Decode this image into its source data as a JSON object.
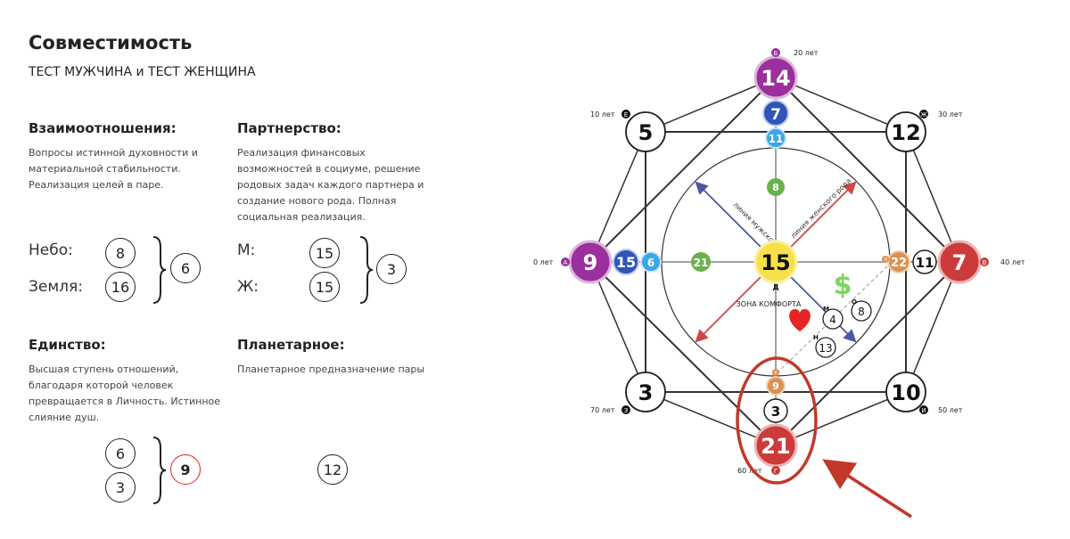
{
  "title": "Совместимость",
  "subtitle": "ТЕСТ МУЖЧИНА и ТЕСТ ЖЕНЩИНА",
  "sections": {
    "relations": {
      "title": "Взаимоотношения:",
      "desc": [
        "Вопросы истинной духовности и",
        "материальной стабильности.",
        "Реализация целей в паре."
      ],
      "rows": [
        {
          "label": "Небо:",
          "value": "8"
        },
        {
          "label": "Земля:",
          "value": "16"
        }
      ],
      "sum": "6"
    },
    "partnership": {
      "title": "Партнерство:",
      "desc": [
        "Реализация финансовых",
        "возможностей в социуме, решение",
        "родовых задач каждого партнера и",
        "создание нового рода. Полная",
        "социальная реализация."
      ],
      "rows": [
        {
          "label": "М:",
          "value": "15"
        },
        {
          "label": "Ж:",
          "value": "15"
        }
      ],
      "sum": "3"
    },
    "unity": {
      "title": "Единство:",
      "desc": [
        "Высшая ступень отношений,",
        "благодаря которой человек",
        "превращается в Личность. Истинное",
        "слияние душ."
      ],
      "values": [
        "6",
        "3"
      ],
      "sum": "9"
    },
    "planetary": {
      "title": "Планетарное:",
      "desc": [
        "Планетарное предназначение пары"
      ],
      "value": "12"
    }
  },
  "diagram": {
    "outer": {
      "top": "14",
      "left": "9",
      "right": "7",
      "bottom": "21",
      "tl": "5",
      "tr": "12",
      "bl": "3",
      "br": "10"
    },
    "inner": {
      "top1": "7",
      "top2": "11",
      "top3": "8",
      "left1": "15",
      "left2": "6",
      "left3": "21",
      "right1": "22",
      "right2": "11",
      "bottom1": "9",
      "bottom2": "3",
      "center": "15"
    },
    "comfort": {
      "a": "4",
      "b": "8",
      "c": "13"
    },
    "ages": {
      "top": "20 лет",
      "tr": "30 лет",
      "right": "40 лет",
      "br": "50 лет",
      "bottom": "60 лет",
      "bl": "70 лет",
      "left": "0 лет",
      "tl": "10 лет"
    },
    "point_letters": {
      "top": "Б",
      "tr": "Ж",
      "right": "В",
      "br": "И",
      "bottom": "Г",
      "bl": "З",
      "left": "А",
      "tl": "Е",
      "center": "Д",
      "right_inner": "Л",
      "bottom_inner": "К",
      "m": "М",
      "n": "Н",
      "o": "О"
    },
    "labels": {
      "comfort_zone": "ЗОНА КОМФОРТА",
      "male_line": "линия мужского рода",
      "female_line": "линия женского рода",
      "dollar": "$"
    },
    "colors": {
      "purple": "#9b2f9e",
      "red": "#cc3b3b",
      "dark_blue": "#2f55b8",
      "light_blue": "#3aa6e8",
      "green": "#6ab04c",
      "yellow": "#f7e04a",
      "orange": "#dd9150",
      "arrow_red": "#d04545",
      "arrow_blue": "#4a58a8"
    }
  }
}
